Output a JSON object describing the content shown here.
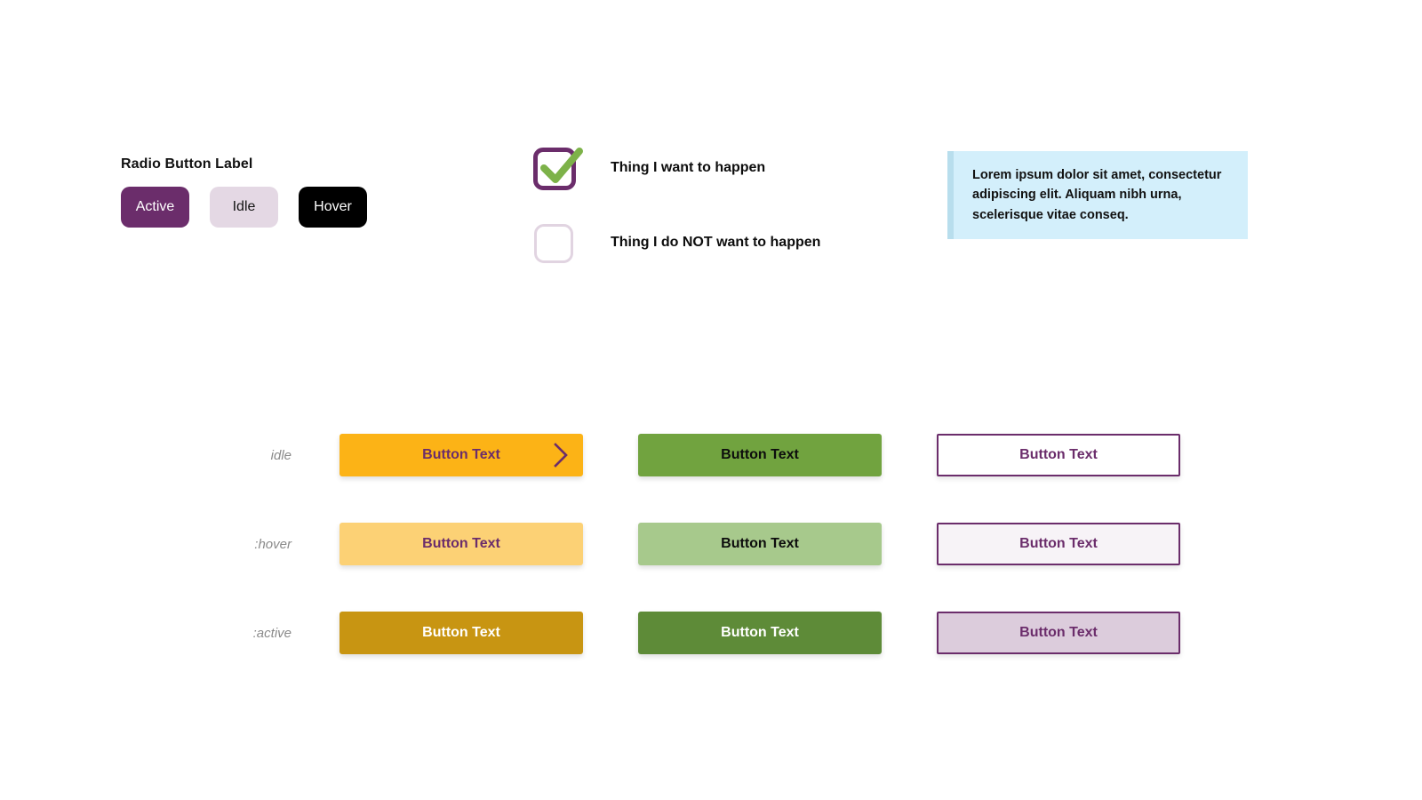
{
  "radio_group": {
    "label": "Radio Button Label",
    "options": [
      {
        "label": "Active",
        "state": "active"
      },
      {
        "label": "Idle",
        "state": "idle"
      },
      {
        "label": "Hover",
        "state": "hover"
      }
    ]
  },
  "checkboxes": [
    {
      "label": "Thing I want to happen",
      "checked": true,
      "icon": "checkmark-icon"
    },
    {
      "label": "Thing I do NOT want to happen",
      "checked": false,
      "icon": "empty-box-icon"
    }
  ],
  "callout": {
    "text": "Lorem ipsum dolor sit amet, consectetur adipiscing elit. Aliquam nibh urna, scelerisque vitae conseq."
  },
  "button_matrix": {
    "states": [
      "idle",
      ":hover",
      ":active"
    ],
    "button_label": "Button Text",
    "chevron_icon": "chevron-right-icon",
    "rows": [
      {
        "state": "idle",
        "buttons": [
          {
            "variant": "orange-idle",
            "label": "Button Text",
            "has_chevron": true
          },
          {
            "variant": "green-idle",
            "label": "Button Text",
            "has_chevron": false
          },
          {
            "variant": "outline-idle",
            "label": "Button Text",
            "has_chevron": false
          }
        ]
      },
      {
        "state": ":hover",
        "buttons": [
          {
            "variant": "orange-hover",
            "label": "Button Text",
            "has_chevron": false
          },
          {
            "variant": "green-hover",
            "label": "Button Text",
            "has_chevron": false
          },
          {
            "variant": "outline-hover",
            "label": "Button Text",
            "has_chevron": false
          }
        ]
      },
      {
        "state": ":active",
        "buttons": [
          {
            "variant": "orange-active",
            "label": "Button Text",
            "has_chevron": false
          },
          {
            "variant": "green-active",
            "label": "Button Text",
            "has_chevron": false
          },
          {
            "variant": "outline-active",
            "label": "Button Text",
            "has_chevron": false
          }
        ]
      }
    ]
  },
  "colors": {
    "purple": "#6B2D6B",
    "lavender": "#E4D8E4",
    "lavender_active": "#DCCCDC",
    "black": "#000000",
    "orange_idle": "#FCB316",
    "orange_hover": "#FCD175",
    "orange_active": "#C89512",
    "green_idle": "#71A33F",
    "green_hover": "#A7C98C",
    "green_active": "#5E8B38",
    "callout_bg": "#D3EFFB",
    "callout_bar": "#B8DEED",
    "check_green": "#7DB249"
  }
}
